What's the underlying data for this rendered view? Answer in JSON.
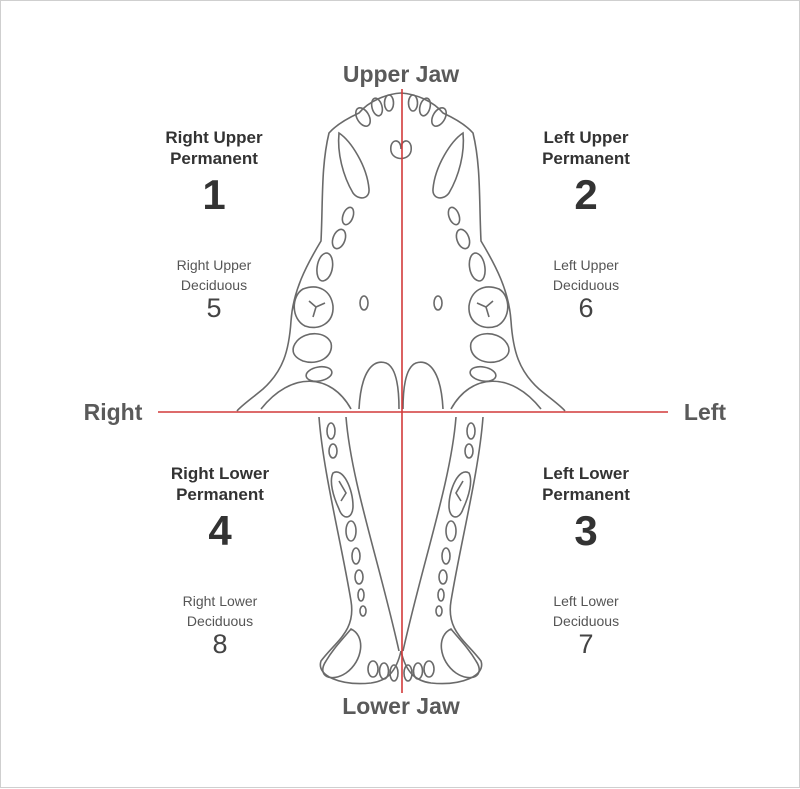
{
  "jaws": {
    "upper": "Upper Jaw",
    "lower": "Lower Jaw"
  },
  "sides": {
    "right": "Right",
    "left": "Left"
  },
  "quadrants": {
    "right_upper": {
      "line1": "Right Upper",
      "line2": "Permanent",
      "num": "1",
      "dec1": "Right Upper",
      "dec2": "Deciduous",
      "dec_num": "5"
    },
    "left_upper": {
      "line1": "Left Upper",
      "line2": "Permanent",
      "num": "2",
      "dec1": "Left Upper",
      "dec2": "Deciduous",
      "dec_num": "6"
    },
    "left_lower": {
      "line1": "Left Lower",
      "line2": "Permanent",
      "num": "3",
      "dec1": "Left Lower",
      "dec2": "Deciduous",
      "dec_num": "7"
    },
    "right_lower": {
      "line1": "Right Lower",
      "line2": "Permanent",
      "num": "4",
      "dec1": "Right Lower",
      "dec2": "Deciduous",
      "dec_num": "8"
    }
  },
  "colors": {
    "axis": "#d23a3a",
    "outline": "#6a6a6a"
  }
}
